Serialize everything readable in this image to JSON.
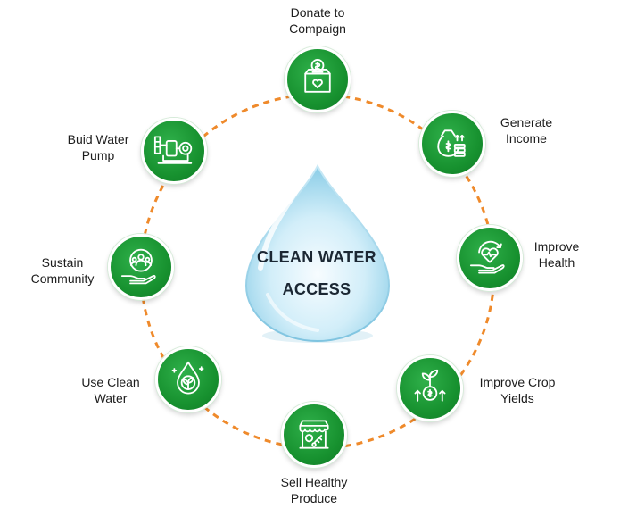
{
  "center": {
    "line1": "CLEAN WATER",
    "line2": "ACCESS"
  },
  "steps": [
    {
      "line1": "Donate to",
      "line2": "Compaign",
      "icon": "donation-box-icon"
    },
    {
      "line1": "Generate",
      "line2": "Income",
      "icon": "money-bag-icon"
    },
    {
      "line1": "Improve",
      "line2": "Health",
      "icon": "heart-in-hand-icon"
    },
    {
      "line1": "Improve Crop",
      "line2": "Yields",
      "icon": "plant-growth-icon"
    },
    {
      "line1": "Sell Healthy",
      "line2": "Produce",
      "icon": "produce-stall-icon"
    },
    {
      "line1": "Use Clean",
      "line2": "Water",
      "icon": "water-drop-leaf-icon"
    },
    {
      "line1": "Sustain",
      "line2": "Community",
      "icon": "community-hand-icon"
    },
    {
      "line1": "Buid Water",
      "line2": "Pump",
      "icon": "water-pump-icon"
    }
  ],
  "colors": {
    "ring": "#ef8a2b",
    "node": "#1a9a35",
    "drop": "#a9dbef",
    "text": "#1c1c1c"
  }
}
